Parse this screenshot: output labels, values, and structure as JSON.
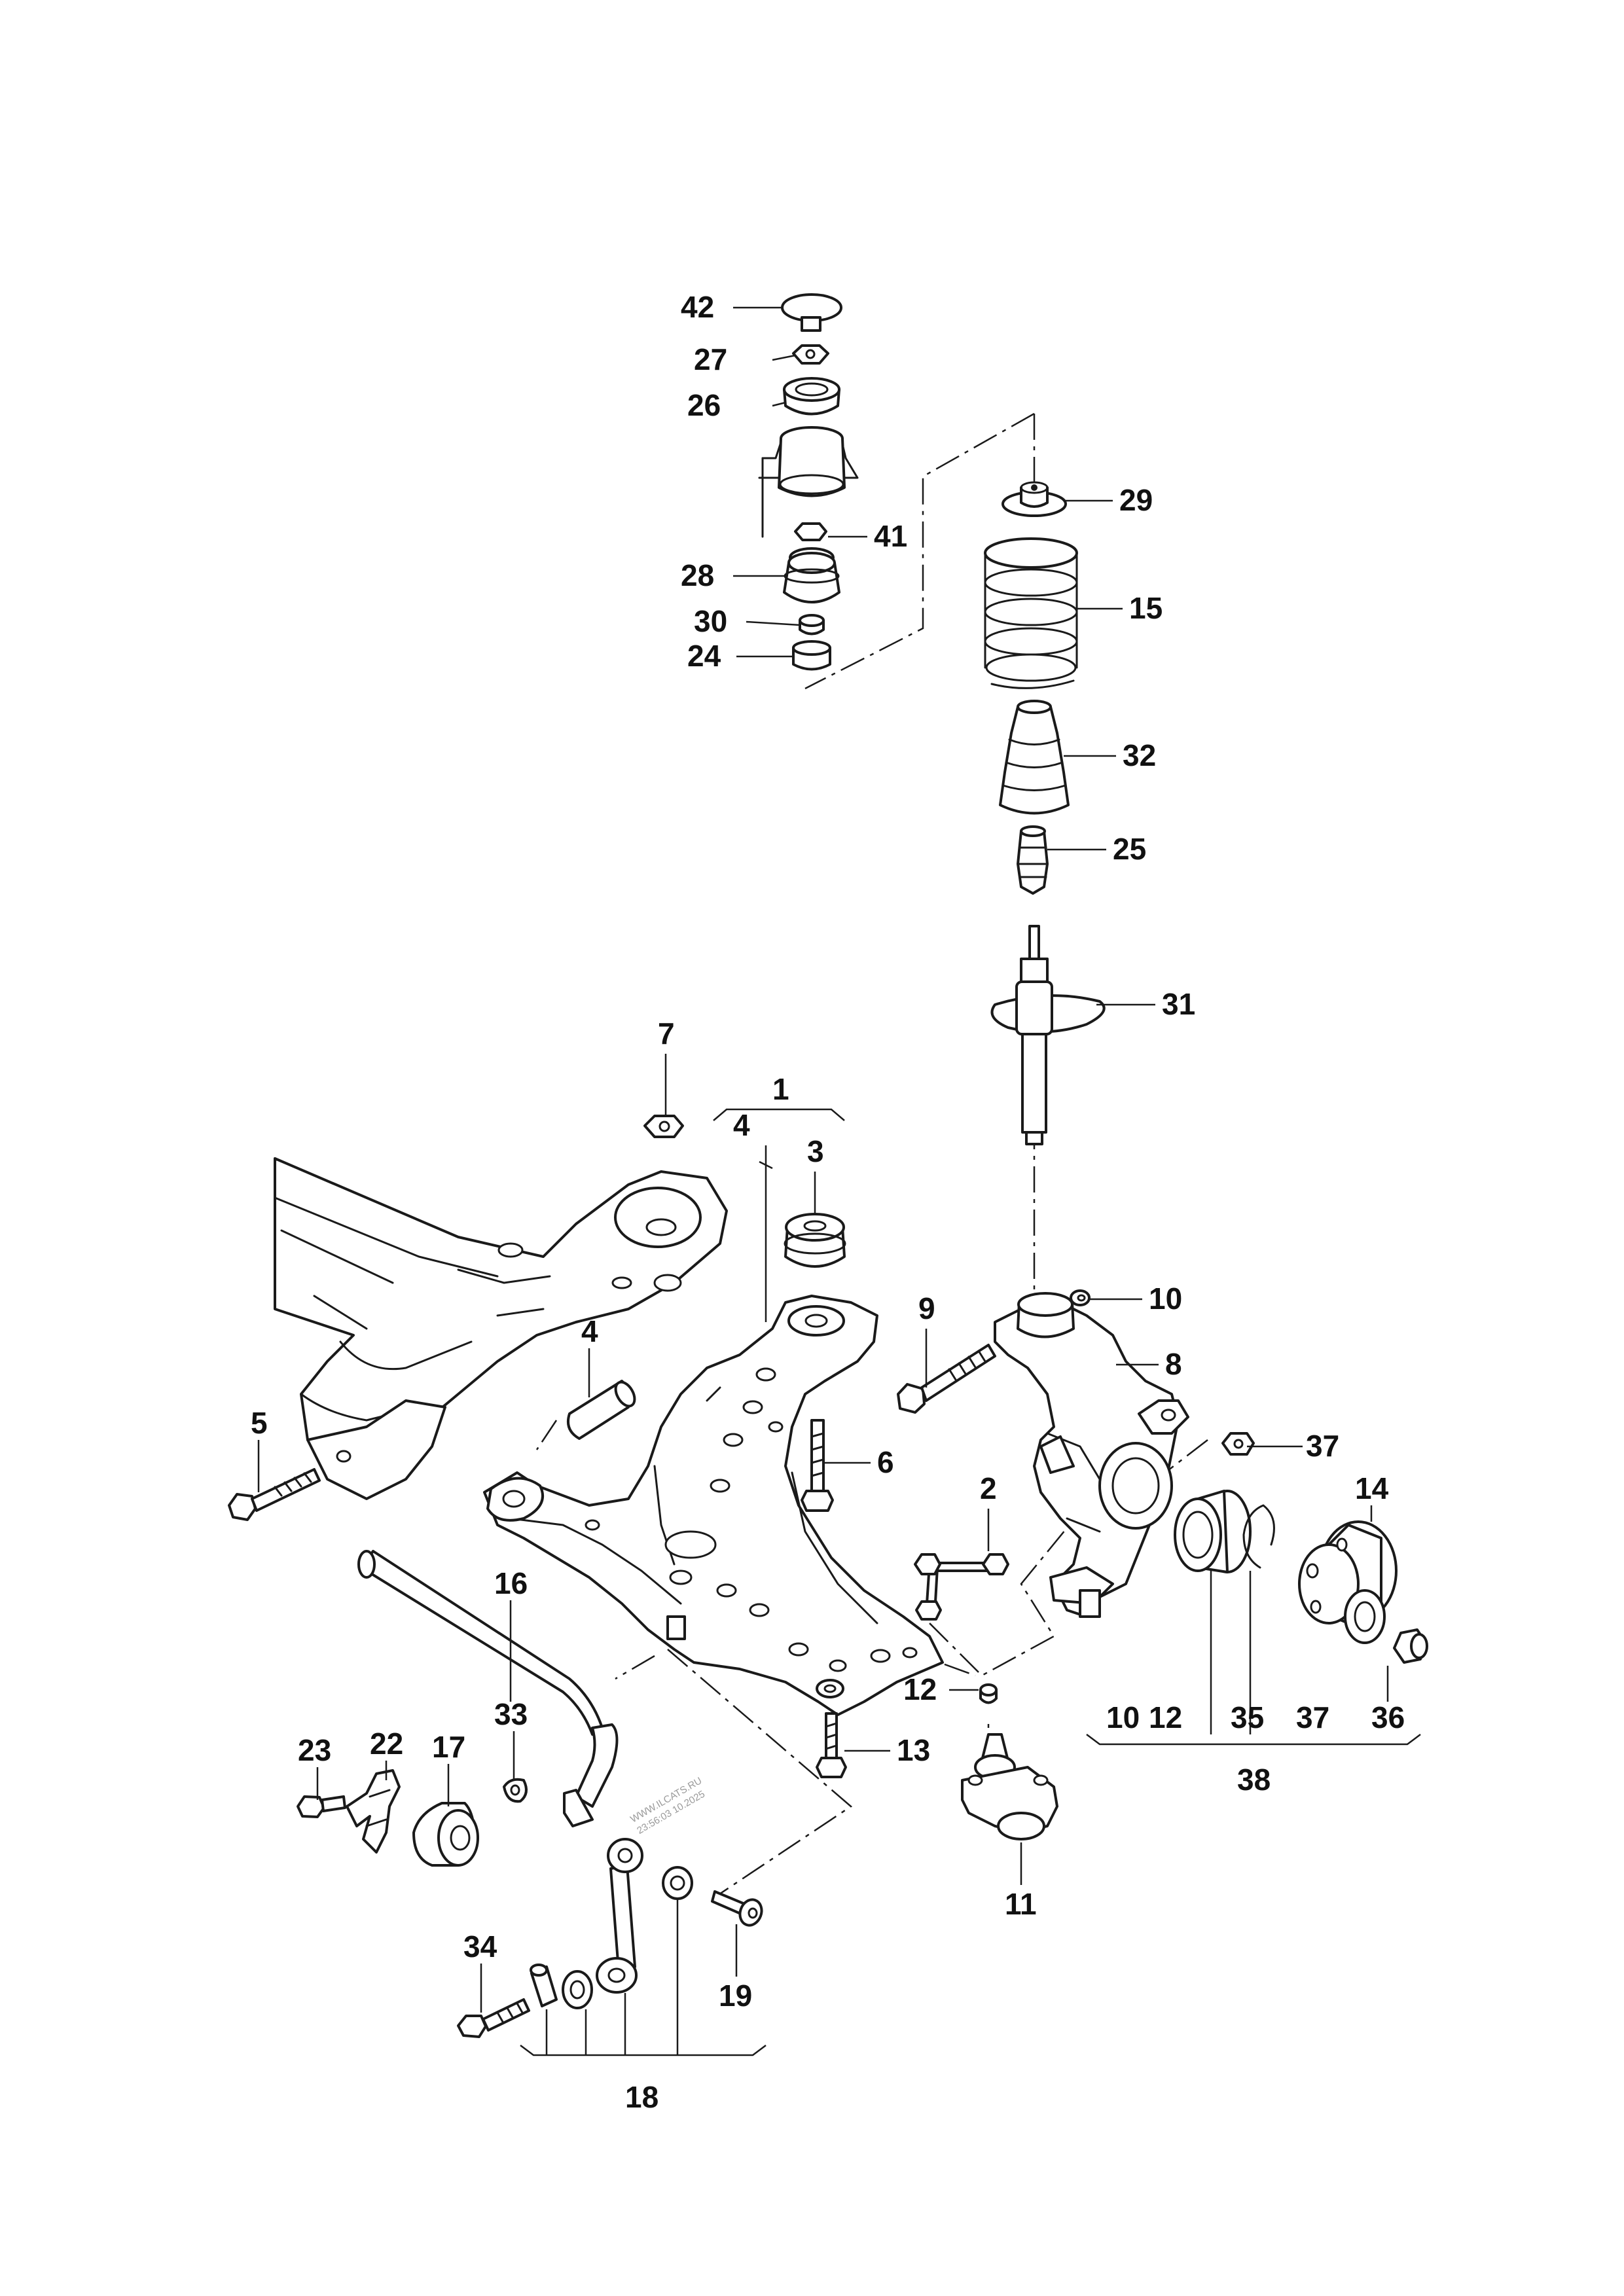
{
  "diagram": {
    "title": "Front suspension exploded view",
    "callouts": {
      "c1": "1",
      "c2": "2",
      "c3": "3",
      "c4a": "4",
      "c4b": "4",
      "c5": "5",
      "c6": "6",
      "c7": "7",
      "c8": "8",
      "c9": "9",
      "c10a": "10",
      "c10b": "10",
      "c11": "11",
      "c12a": "12",
      "c12b": "12",
      "c13": "13",
      "c14": "14",
      "c15": "15",
      "c16": "16",
      "c17": "17",
      "c18": "18",
      "c19": "19",
      "c22": "22",
      "c23": "23",
      "c24": "24",
      "c25": "25",
      "c26": "26",
      "c27": "27",
      "c28": "28",
      "c29": "29",
      "c30": "30",
      "c31": "31",
      "c32": "32",
      "c33": "33",
      "c34": "34",
      "c35": "35",
      "c36": "36",
      "c37a": "37",
      "c37b": "37",
      "c38": "38",
      "c41": "41",
      "c42": "42"
    },
    "watermark": {
      "line1": "WWW.ILCATS.RU",
      "line2": "23:56:03 10.2025"
    }
  }
}
